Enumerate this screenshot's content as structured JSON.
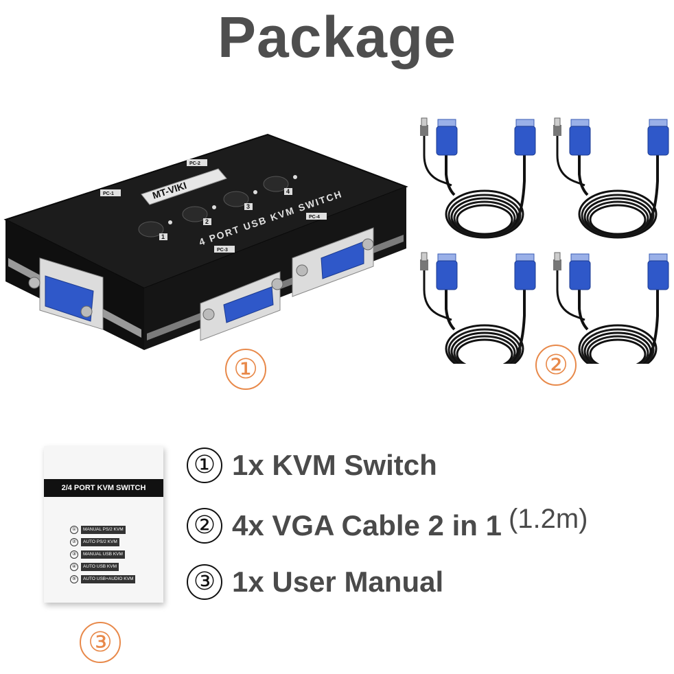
{
  "title": "Package",
  "markers": {
    "item1": "①",
    "item2": "②",
    "item3": "③"
  },
  "device": {
    "brand": "MT-VIKI",
    "label": "4 PORT USB KVM SWITCH",
    "buttons": [
      "1",
      "2",
      "3",
      "4"
    ],
    "port_tags": [
      "PC-1",
      "PC-2",
      "PC-3",
      "PC-4"
    ]
  },
  "manual": {
    "heading": "2/4 PORT KVM SWITCH",
    "items": [
      {
        "num": "①",
        "label": "MANUAL PS/2 KVM"
      },
      {
        "num": "②",
        "label": "AUTO PS/2 KVM"
      },
      {
        "num": "③",
        "label": "MANUAL USB KVM"
      },
      {
        "num": "④",
        "label": "AUTO USB KVM"
      },
      {
        "num": "⑤",
        "label": "AUTO USB+AUDIO KVM"
      }
    ]
  },
  "contents": [
    {
      "num": "①",
      "text": "1x KVM Switch",
      "sub": ""
    },
    {
      "num": "②",
      "text": "4x VGA Cable 2 in 1",
      "sub": "(1.2m)"
    },
    {
      "num": "③",
      "text": "1x User Manual",
      "sub": ""
    }
  ],
  "colors": {
    "marker_orange": "#e8894a",
    "title_gray": "#4e4e4e",
    "vga_blue": "#2f58c9"
  }
}
